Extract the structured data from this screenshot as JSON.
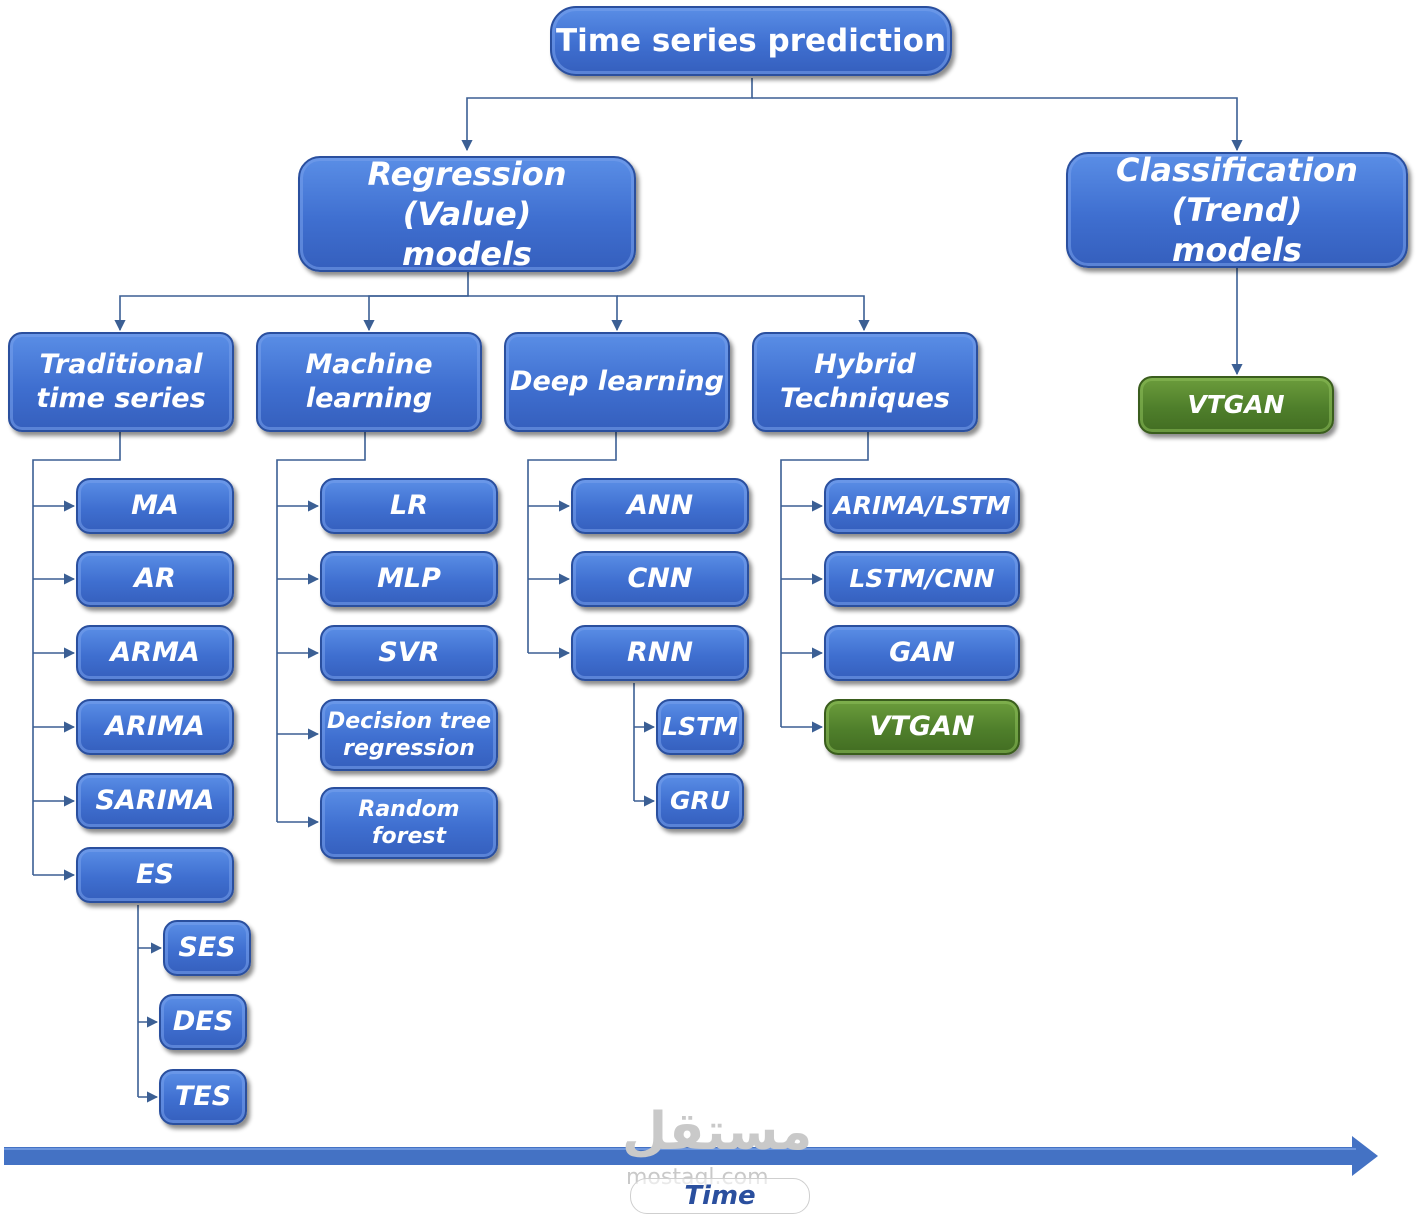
{
  "root": "Time series prediction",
  "regression": "Regression (Value)\nmodels",
  "classification": "Classification (Trend)\nmodels",
  "classification_items": [
    "VTGAN"
  ],
  "categories": [
    {
      "label": "Traditional\ntime series",
      "items": [
        "MA",
        "AR",
        "ARMA",
        "ARIMA",
        "SARIMA",
        "ES"
      ],
      "sub_items": [
        "SES",
        "DES",
        "TES"
      ]
    },
    {
      "label": "Machine\nlearning",
      "items": [
        "LR",
        "MLP",
        "SVR",
        "Decision tree\nregression",
        "Random\nforest"
      ]
    },
    {
      "label": "Deep learning",
      "items": [
        "ANN",
        "CNN",
        "RNN"
      ],
      "sub_items": [
        "LSTM",
        "GRU"
      ]
    },
    {
      "label": "Hybrid\nTechniques",
      "items": [
        "ARIMA/LSTM",
        "LSTM/CNN",
        "GAN",
        "VTGAN"
      ]
    }
  ],
  "timeline_label": "Time",
  "watermark": {
    "arabic": "مستقل",
    "latin": "mostaql.com"
  },
  "colors": {
    "node_blue": "#4472C4",
    "node_green": "#548235",
    "connector": "#3b5f94",
    "timeline": "#4472C4"
  }
}
